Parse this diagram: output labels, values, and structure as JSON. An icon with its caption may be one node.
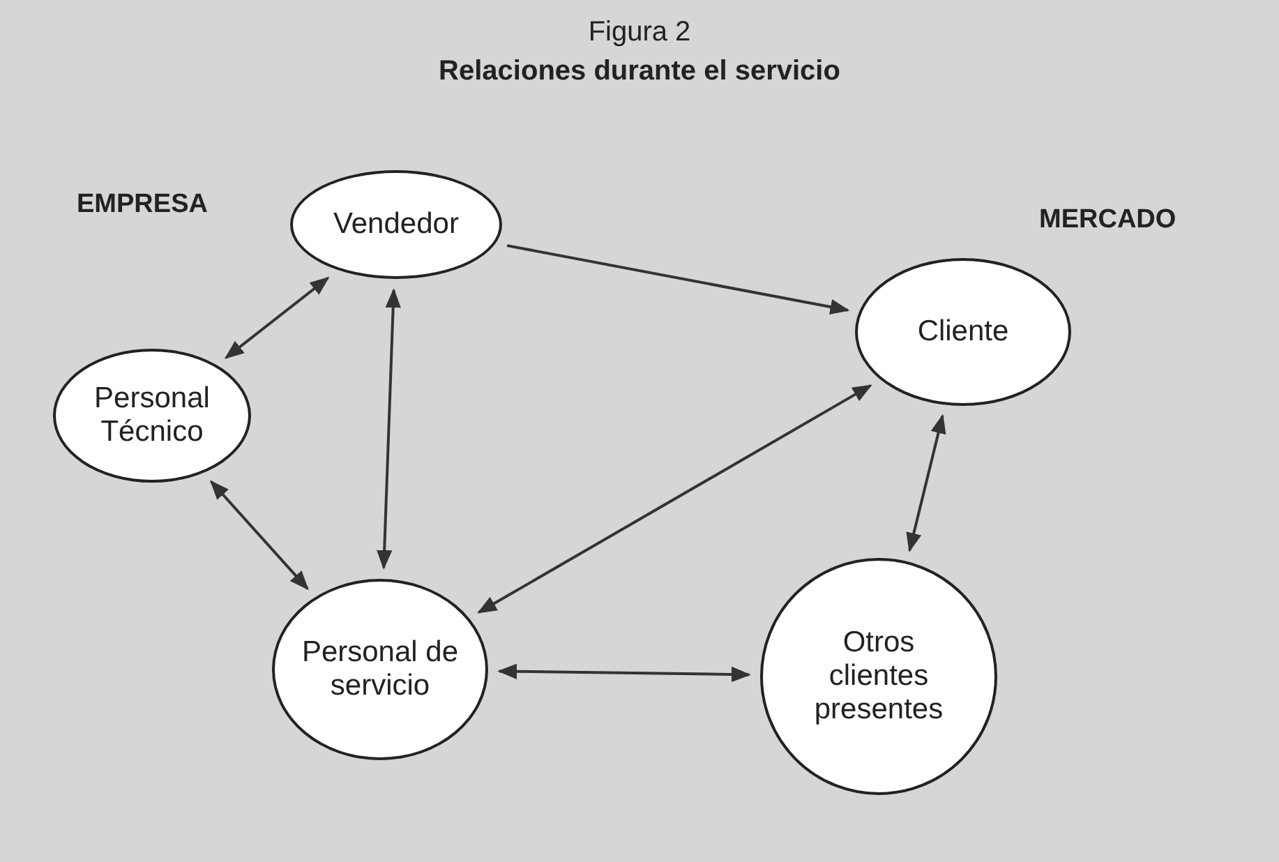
{
  "diagram": {
    "title": "Relaciones durante el servicio",
    "nodes": [
      {
        "text": [
          "Vendedor"
        ]
      },
      {
        "text": [
          "Cliente"
        ]
      },
      {
        "text": [
          "Personal Técnico"
        ]
      },
      {
        "text": [
          "Personal de servicio"
        ]
      },
      {
        "text": [
          "Otros clientes presentes"
        ]
      }
    ],
    "edges": [
      {
        "from": 0,
        "to": 1,
        "arrow": "to"
      },
      {
        "from": 2,
        "to": 0,
        "arrow": "both"
      },
      {
        "from": 0,
        "to": 3,
        "arrow": "both"
      },
      {
        "from": 2,
        "to": 3,
        "arrow": "both"
      },
      {
        "from": 1,
        "to": 3,
        "arrow": "both"
      },
      {
        "from": 1,
        "to": 4,
        "arrow": "both"
      },
      {
        "from": 3,
        "to": 4,
        "arrow": "both"
      }
    ],
    "labels": [
      "Figura 2",
      "EMPRESA",
      "MERCADO"
    ]
  }
}
